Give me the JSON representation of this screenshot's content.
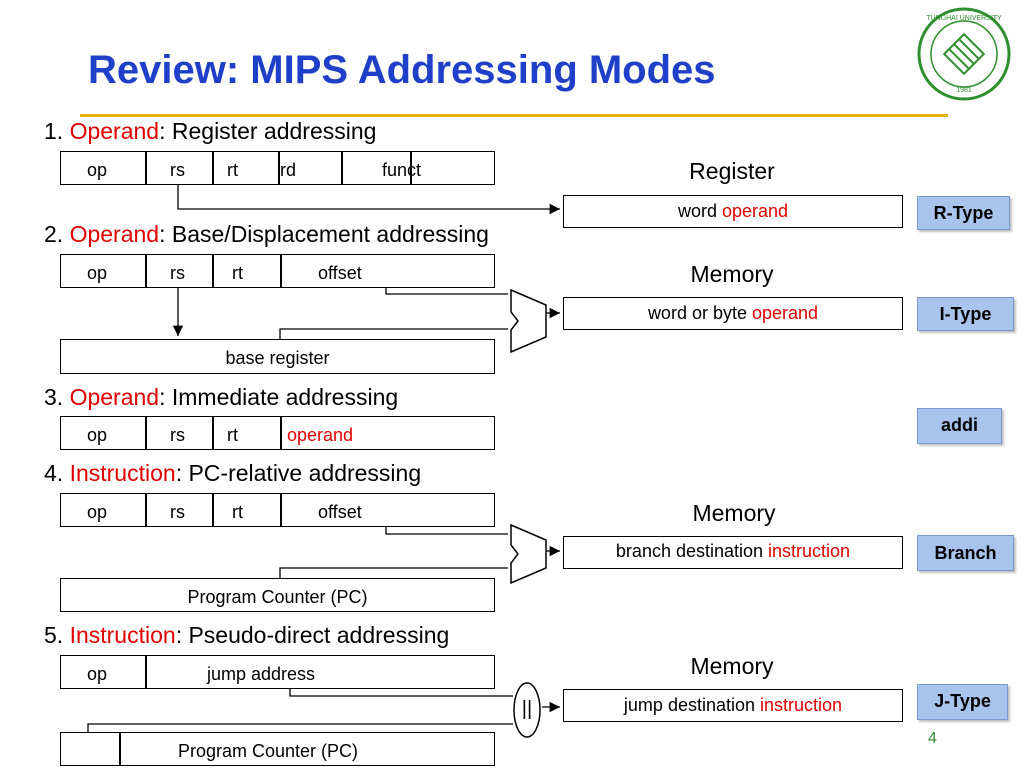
{
  "title": "Review:  MIPS Addressing Modes",
  "sections": [
    {
      "num": "1. ",
      "kw": "Operand",
      "rest": ": Register addressing"
    },
    {
      "num": "2. ",
      "kw": "Operand",
      "rest": ": Base/Displacement addressing"
    },
    {
      "num": "3. ",
      "kw": "Operand",
      "rest": ": Immediate addressing"
    },
    {
      "num": "4. ",
      "kw": "Instruction",
      "rest": ": PC-relative addressing"
    },
    {
      "num": "5. ",
      "kw": "Instruction",
      "rest": ":  Pseudo-direct addressing"
    }
  ],
  "fields": {
    "r": [
      "op",
      "rs",
      "rt",
      "rd",
      "funct"
    ],
    "i2": [
      "op",
      "rs",
      "rt",
      "offset"
    ],
    "i3": [
      "op",
      "rs",
      "rt",
      "operand"
    ],
    "i4": [
      "op",
      "rs",
      "rt",
      "offset"
    ],
    "j5": [
      "op",
      "jump address"
    ]
  },
  "boxes": {
    "base_register": "base register",
    "pc4": "Program Counter (PC)",
    "pc5": "Program Counter (PC)"
  },
  "targets": {
    "t1": {
      "caption": "Register",
      "text": "word ",
      "kw": "operand"
    },
    "t2": {
      "caption": "Memory",
      "text": "word or byte ",
      "kw": "operand"
    },
    "t4": {
      "caption": "Memory",
      "text": "branch destination ",
      "kw": "instruction"
    },
    "t5": {
      "caption": "Memory",
      "text": "jump destination ",
      "kw": "instruction"
    }
  },
  "concat_symbol": "||",
  "badges": [
    "R-Type",
    "I-Type",
    "addi",
    "Branch",
    "J-Type"
  ],
  "page_number": "4",
  "logo": {
    "text": "TUNGHAI UNIVERSITY",
    "year": "1981"
  },
  "colors": {
    "title": "#1f3fc9",
    "keyword": "#e00000",
    "rule": "#e8b400",
    "badge": "#a9c4ec",
    "logo": "#2f8f2f"
  }
}
